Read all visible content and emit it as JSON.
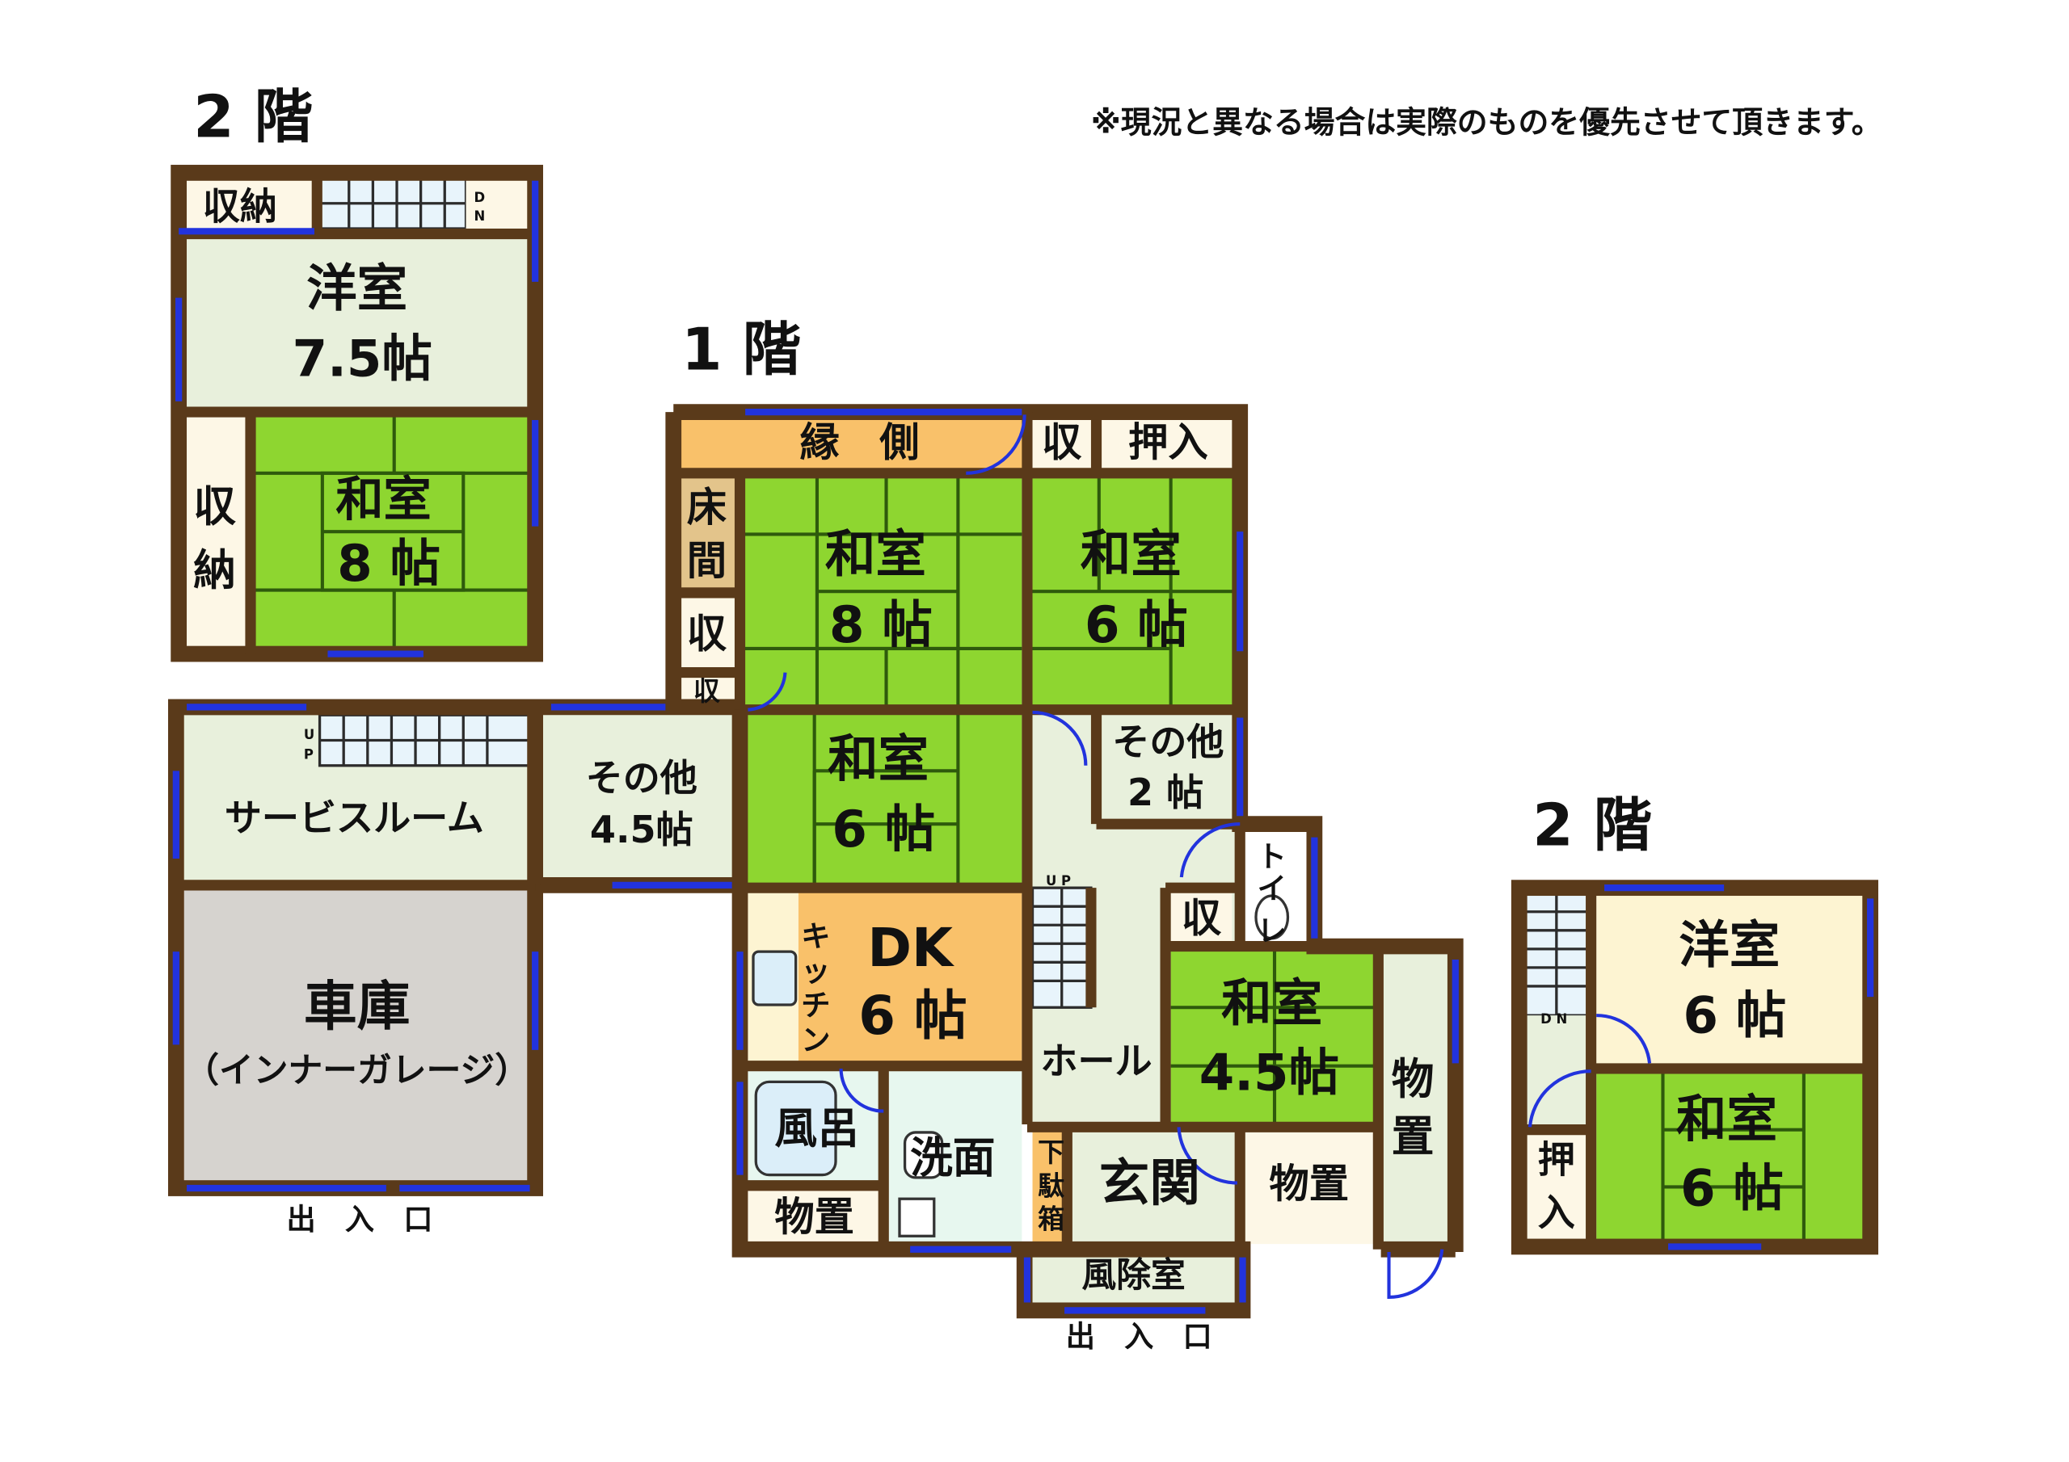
{
  "notice": "※現況と異なる場合は実際のものを優先させて頂きます。",
  "colors": {
    "wall": "#5a3a1a",
    "tatami": "#8ed630",
    "western": "#e8f0dc",
    "western_b": "#fdf4d2",
    "dk": "#f9c16a",
    "engawa": "#f9c16a",
    "tokonoma": "#e3c48b",
    "garage": "#d6d3cf",
    "wet": "#e7f7ef",
    "storage": "#fdf7e6",
    "window": "#2233dd"
  },
  "left2f": {
    "floor_label": "2 階",
    "storage_top": "収納",
    "western_name": "洋室",
    "western_size": "7.5帖",
    "storage_side_1": "収",
    "storage_side_2": "納",
    "washitsu_name": "和室",
    "washitsu_size": "8 帖",
    "stair_mark_1": "D",
    "stair_mark_2": "N"
  },
  "f1": {
    "floor_label": "1 階",
    "engawa": "縁　側",
    "shu_top": "収",
    "oshiire_top": "押入",
    "toko_1": "床",
    "toko_2": "間",
    "shu_small_1": "収",
    "shu_small_2": "収",
    "washitsu8_name": "和室",
    "washitsu8_size": "8 帖",
    "washitsu6a_name": "和室",
    "washitsu6a_size": "6 帖",
    "washitsu6b_name": "和室",
    "washitsu6b_size": "6 帖",
    "sonota2_name": "その他",
    "sonota2_size": "2 帖",
    "toilet_1": "ト",
    "toilet_2": "イ",
    "toilet_3": "レ",
    "shu_hall": "収",
    "washitsu45_name": "和室",
    "washitsu45_size": "4.5帖",
    "service_room": "サービスルーム",
    "sonota45_name": "その他",
    "sonota45_size": "4.5帖",
    "kitchen_1": "キ",
    "kitchen_2": "ッ",
    "kitchen_3": "チ",
    "kitchen_4": "ン",
    "dk_name": "DK",
    "dk_size": "6 帖",
    "hall": "ホール",
    "mono_side_1": "物",
    "mono_side_2": "置",
    "garage_name": "車庫",
    "garage_sub": "（インナーガレージ）",
    "furo": "風呂",
    "senmen": "洗面",
    "geta_1": "下",
    "geta_2": "駄",
    "geta_3": "箱",
    "genkan": "玄関",
    "mono_genkan": "物置",
    "mono_bath": "物置",
    "fujoshitsu": "風除室",
    "entrance_garage": "出　入　口",
    "entrance_main": "出　入　口",
    "up_1": "U",
    "up_2": "P",
    "up_hall": "U P"
  },
  "right2f": {
    "floor_label": "2 階",
    "western_name": "洋室",
    "western_size": "6 帖",
    "washitsu_name": "和室",
    "washitsu_size": "6 帖",
    "oshi_1": "押",
    "oshi_2": "入",
    "stair_mark": "D N"
  }
}
